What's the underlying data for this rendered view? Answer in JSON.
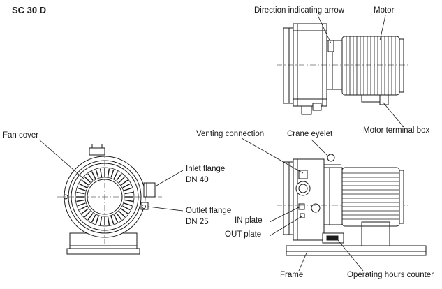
{
  "title": "SC 30 D",
  "labels": {
    "direction_arrow": "Direction indicating arrow",
    "motor": "Motor",
    "motor_terminal_box": "Motor terminal box",
    "fan_cover": "Fan cover",
    "venting_connection": "Venting connection",
    "crane_eyelet": "Crane eyelet",
    "inlet_flange": "Inlet flange",
    "inlet_flange_size": "DN 40",
    "outlet_flange": "Outlet flange",
    "outlet_flange_size": "DN 25",
    "in_plate": "IN plate",
    "out_plate": "OUT plate",
    "frame": "Frame",
    "operating_hours_counter": "Operating hours counter"
  },
  "colors": {
    "line": "#1a1a1a",
    "background": "#ffffff"
  }
}
